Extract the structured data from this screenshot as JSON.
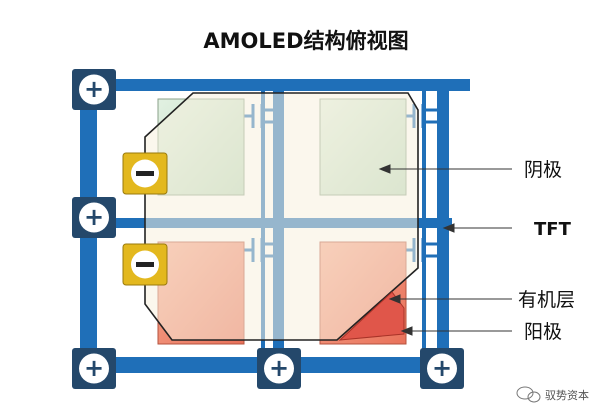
{
  "title": "AMOLED结构俯视图",
  "labels": {
    "cathode": "阴极",
    "tft": "TFT",
    "organic": "有机层",
    "anode": "阳极"
  },
  "watermark": "驭势资本",
  "terminals": {
    "positive_symbol": "+",
    "negative_symbol": "−"
  },
  "colors": {
    "bus_line": "#1f6fb8",
    "terminal_box": "#24486b",
    "negative_box": "#e3b81e",
    "cathode_panel": "#f7f3e6",
    "green_pixel": "#cfe7cf",
    "red_pixel": "#f0917a"
  }
}
